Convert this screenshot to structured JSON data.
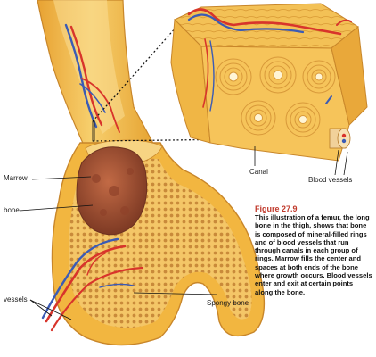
{
  "labels": {
    "marrow": "Marrow",
    "bone": "bone",
    "vessels_left": "vessels",
    "spongy_bone": "Spongy bone",
    "canal": "Canal",
    "blood_vessels": "Blood vessels"
  },
  "caption": {
    "title": "Figure 27.9",
    "body": "This illustration of a femur, the long bone in the thigh, shows that bone is composed of mineral-filled rings and of blood vessels that run through canals in each group of rings. Marrow fills the center and spaces at both ends of the bone where growth occurs. Blood vessels enter and exit at certain points along the bone."
  },
  "colors": {
    "bone_outer": "#f2b640",
    "bone_light": "#f9d98a",
    "marrow": "#a9563a",
    "artery": "#d8342b",
    "vein": "#3b5bb5",
    "caption_title": "#c0392b"
  }
}
